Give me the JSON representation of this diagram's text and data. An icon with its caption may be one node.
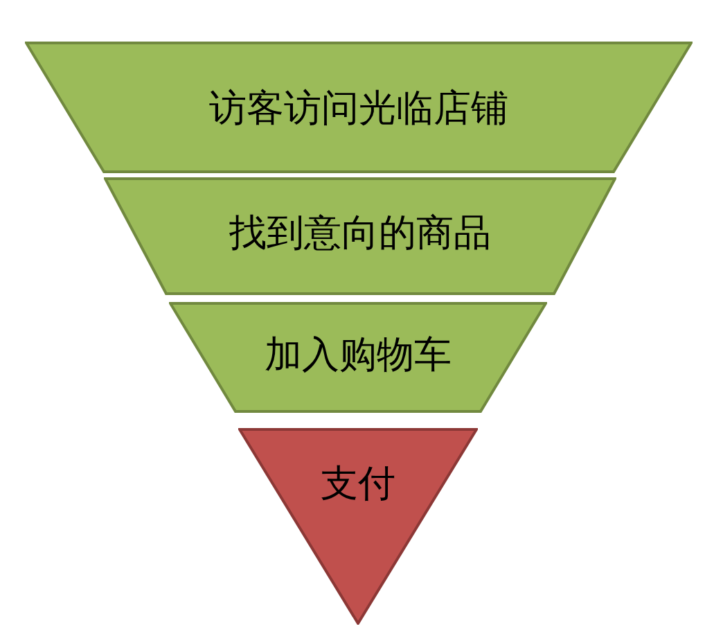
{
  "diagram": {
    "nodes": [
      {
        "text": [
          "访客访问光临店铺"
        ]
      },
      {
        "text": [
          "找到意向的商品"
        ]
      },
      {
        "text": [
          "加入购物车"
        ]
      },
      {
        "text": [
          "支付"
        ]
      }
    ]
  }
}
